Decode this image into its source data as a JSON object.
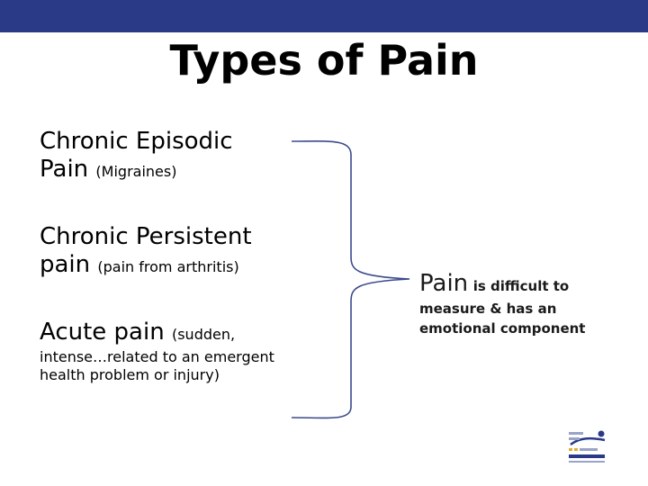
{
  "slide": {
    "title": "Types of Pain",
    "items": [
      {
        "heading_line1": "Chronic Episodic",
        "heading_line2": "Pain",
        "note": "(Migraines)"
      },
      {
        "heading_line1": "Chronic Persistent",
        "heading_line2": "pain",
        "note": "(pain from arthritis)"
      },
      {
        "heading": "Acute pain",
        "note_start": "(sudden,",
        "note_line2": "intense…related to an emergent",
        "note_line3": "health problem or injury)"
      }
    ],
    "conclusion": {
      "lead": "Pain",
      "lead_rest": "is difficult to",
      "line2": "measure & has an",
      "line3": "emotional component"
    }
  },
  "colors": {
    "top_bar": "#2b3a86",
    "brace": "#3b4a8c"
  },
  "icons": {
    "brace": "right-curly-brace",
    "logo": "organization-logo"
  }
}
